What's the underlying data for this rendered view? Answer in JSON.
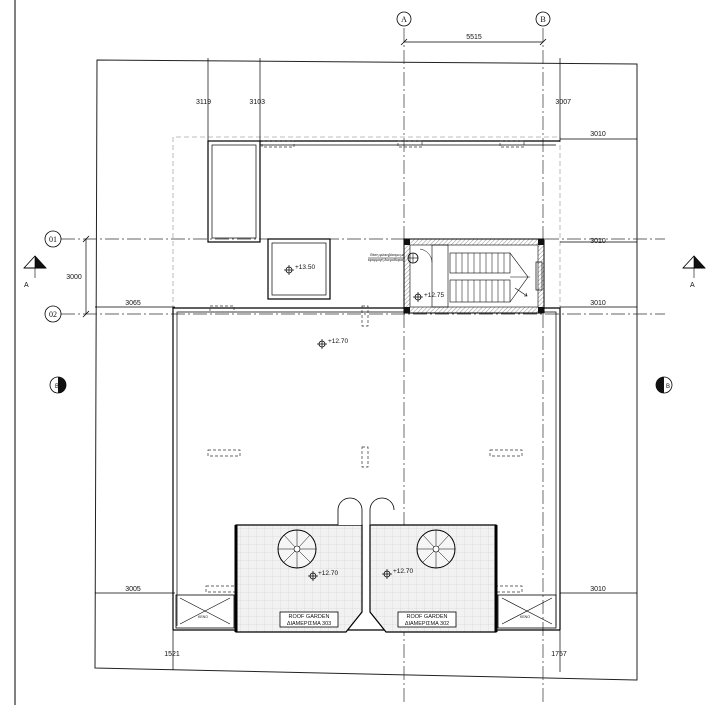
{
  "grid": {
    "axes_vertical": [
      "A",
      "B"
    ],
    "axes_horizontal": [
      "01",
      "02"
    ],
    "spacing_ab": "5515",
    "spacing_01_02": "3000"
  },
  "dimensions": {
    "top_left_1": "3119",
    "top_left_2": "3103",
    "top_right": "3007",
    "right_upper": "3010",
    "right_axis01": "3010",
    "right_axis02": "3010",
    "left_axis02": "3065",
    "left_lower": "3005",
    "right_lower": "3010",
    "bottom_left": "1521",
    "bottom_right": "1757"
  },
  "levels": {
    "box_level": "+13.50",
    "stair_level": "+12.75",
    "roof_level": "+12.70",
    "garden_left_level": "+12.70",
    "garden_right_level": "+12.70"
  },
  "section_markers": {
    "left": "A",
    "right": "A",
    "side_left": "B",
    "side_right": "B"
  },
  "labels": {
    "stair_note_1": "Θέση φιλικηβάσιμο με",
    "stair_note_2": "εφαρμογή Ανεμοθύρας",
    "void_left": "KENO",
    "void_right": "KENO",
    "garden_left_1": "ROOF GARDEN",
    "garden_left_2": "ΔΙΑΜΕΡΙΣΜΑ 303",
    "garden_right_1": "ROOF GARDEN",
    "garden_right_2": "ΔΙΑΜΕΡΙΣΜΑ 302"
  }
}
